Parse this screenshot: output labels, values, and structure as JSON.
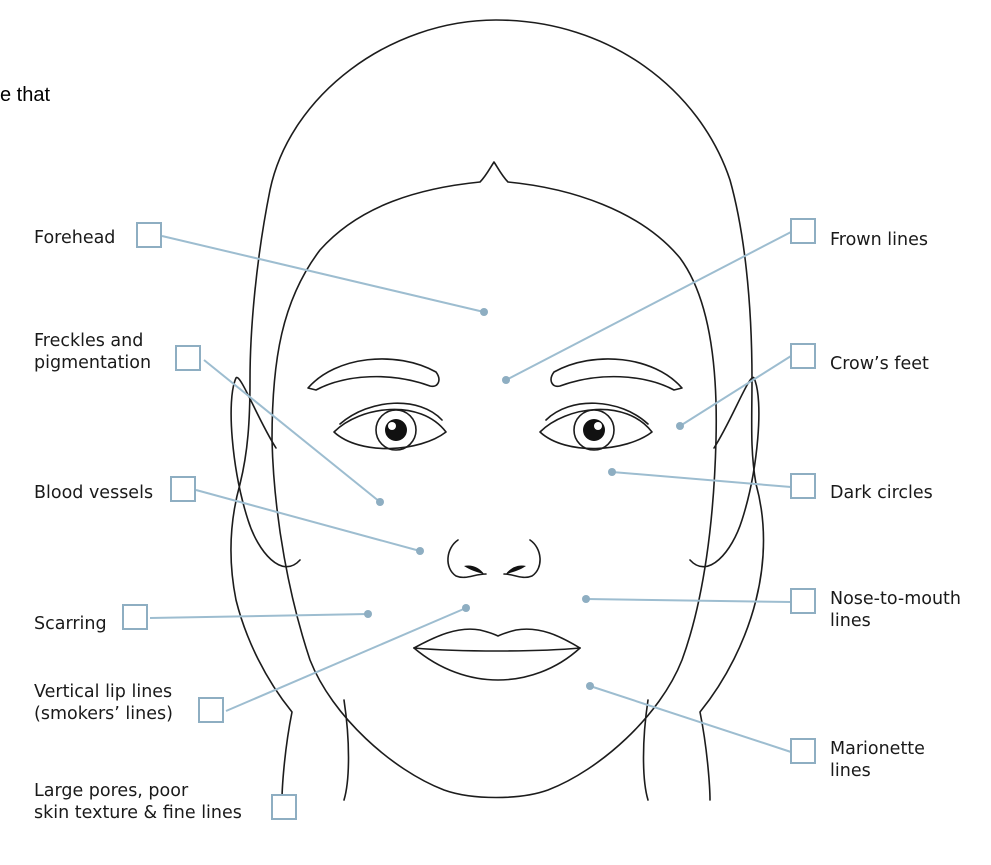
{
  "intro_text_fragment": "e that",
  "areas": [
    {
      "id": "forehead",
      "lines": [
        "Forehead"
      ]
    },
    {
      "id": "freckles",
      "lines": [
        "Freckles and",
        "pigmentation"
      ]
    },
    {
      "id": "blood-vessels",
      "lines": [
        "Blood vessels"
      ]
    },
    {
      "id": "scarring",
      "lines": [
        "Scarring"
      ]
    },
    {
      "id": "vertical-lip-lines",
      "lines": [
        "Vertical lip lines",
        "(smokers’ lines)"
      ]
    },
    {
      "id": "large-pores",
      "lines": [
        "Large pores, poor",
        "skin texture & fine lines"
      ]
    },
    {
      "id": "frown-lines",
      "lines": [
        "Frown lines"
      ]
    },
    {
      "id": "crows-feet",
      "lines": [
        "Crow’s feet"
      ]
    },
    {
      "id": "dark-circles",
      "lines": [
        "Dark circles"
      ]
    },
    {
      "id": "nose-to-mouth",
      "lines": [
        "Nose-to-mouth",
        "lines"
      ]
    },
    {
      "id": "marionette",
      "lines": [
        "Marionette",
        "lines"
      ]
    }
  ],
  "colors": {
    "leader": "#9dbdd0",
    "checkbox_border": "#8eaec2",
    "outline": "#1c1c1c"
  }
}
